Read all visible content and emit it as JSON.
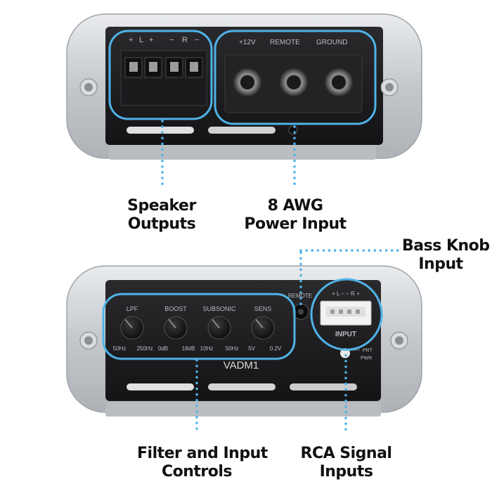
{
  "top_unit": {
    "speaker_terminal_labels": {
      "plus_left": "+",
      "l": "L",
      "plus_right": "+",
      "minus": "−",
      "r": "R",
      "minus_right": "−"
    },
    "power_labels": {
      "v12": "+12V",
      "remote": "REMOTE",
      "ground": "GROUND"
    }
  },
  "bottom_unit": {
    "controls": [
      {
        "label": "LPF",
        "min": "50Hz",
        "max": "250Hz"
      },
      {
        "label": "BOOST",
        "min": "0dB",
        "max": "18dB"
      },
      {
        "label": "SUBSONIC",
        "min": "10Hz",
        "max": "50Hz"
      },
      {
        "label": "SENS",
        "min": "5V",
        "max": "0.2V"
      }
    ],
    "model": "VADM1",
    "remote_label": "REMOTE",
    "input_label": "INPUT",
    "input_pin_labels": "+ L −   − R +",
    "led_labels": {
      "prt": "PRT",
      "pwr": "PWR"
    }
  },
  "callouts": {
    "speaker": [
      "Speaker",
      "Outputs"
    ],
    "power": [
      "8 AWG",
      "Power Input"
    ],
    "bass": [
      "Bass Knob",
      "Input"
    ],
    "filter": [
      "Filter and Input",
      "Controls"
    ],
    "rca": [
      "RCA Signal",
      "Inputs"
    ]
  },
  "colors": {
    "accent": "#4fb3e8",
    "housing": "#cfd2d5",
    "panel": "#1c1c1e",
    "label_text": "#111111"
  }
}
